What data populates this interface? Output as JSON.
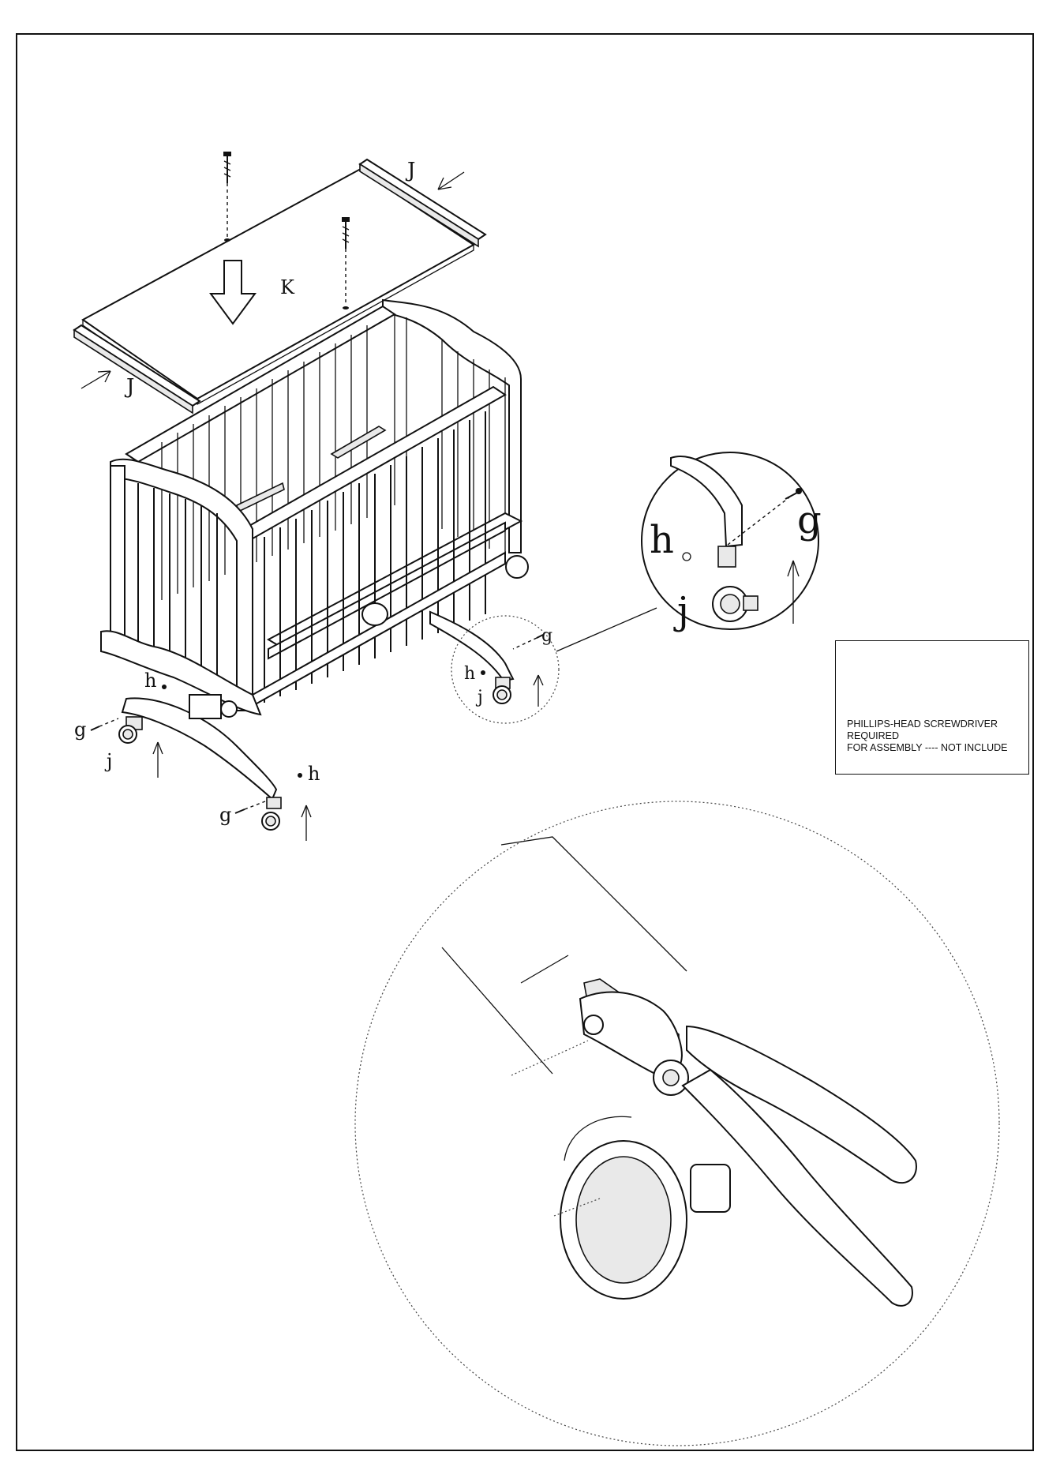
{
  "labels": {
    "J": "J",
    "K": "K",
    "g": "g",
    "h": "h",
    "j": "j"
  },
  "note": {
    "line1": "PHILLIPS-HEAD SCREWDRIVER",
    "line2": "REQUIRED",
    "line3": "FOR ASSEMBLY ---- NOT INCLUDE"
  },
  "icons": {
    "screwdriver": "screwdriver-icon",
    "pliers": "pliers-icon",
    "screw": "screw-icon",
    "arrow": "arrow-up-icon"
  }
}
